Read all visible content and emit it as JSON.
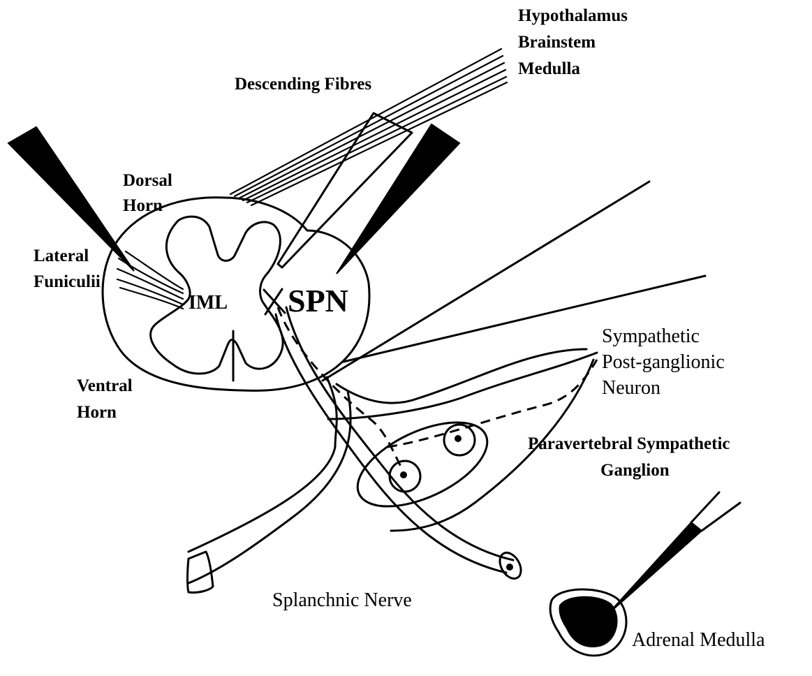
{
  "labels": {
    "hypothalamus": "Hypothalamus",
    "brainstem": "Brainstem",
    "medulla": "Medulla",
    "descending_fibres": "Descending Fibres",
    "dorsal": "Dorsal",
    "horn_dorsal": "Horn",
    "lateral": "Lateral",
    "funiculii": "Funiculii",
    "iml": "IML",
    "spn": "SPN",
    "ventral": "Ventral",
    "horn_ventral": "Horn",
    "sympathetic": "Sympathetic",
    "post_ganglionic": "Post-ganglionic",
    "neuron": "Neuron",
    "paravertebral": "Paravertebral  Sympathetic",
    "ganglion": "Ganglion",
    "splanchnic_nerve": "Splanchnic Nerve",
    "adrenal_medulla": "Adrenal Medulla"
  },
  "icons": {
    "recording_electrode": "black-wedge",
    "cell_body": "circle-with-dot",
    "axon_path": "dashed-line"
  },
  "colors": {
    "ink": "#000000",
    "background": "#ffffff"
  }
}
